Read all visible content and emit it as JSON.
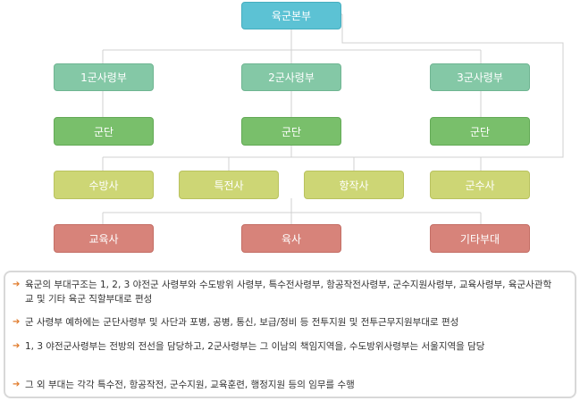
{
  "chart": {
    "hq": "육군본부",
    "commands": [
      "1군사령부",
      "2군사령부",
      "3군사령부"
    ],
    "corps": [
      "군단",
      "군단",
      "군단"
    ],
    "commands_row": [
      "수방사",
      "특전사",
      "항작사",
      "군수사"
    ],
    "bottom": [
      "교육사",
      "육사",
      "기타부대"
    ]
  },
  "colors": {
    "hq": "#5cc2d4",
    "army": "#84c8a6",
    "corps": "#79bf6b",
    "special": "#cdd675",
    "education": "#d7837a",
    "bullet": "#e07a2a",
    "connector": "#d0d0d0"
  },
  "notes": {
    "bullet_icon": "arrow-right-icon",
    "items": [
      "육군의 부대구조는 1, 2, 3 야전군 사령부와 수도방위 사령부, 특수전사령부, 항공작전사령부, 군수지원사령부, 교육사령부, 육군사관학교 및 기타 육군 직할부대로 편성",
      "군 사령부 예하에는 군단사령부 및 사단과 포병, 공병, 통신, 보급/정비 등 전투지원 및 전투근무지원부대로 편성",
      "1, 3 야전군사령부는 전방의 전선을 담당하고, 2군사령부는 그 이남의 책임지역을, 수도방위사령부는 서울지역을 담당",
      "그 외 부대는 각각 특수전, 항공작전, 군수지원, 교육훈련, 행정지원 등의 임무를 수행"
    ]
  }
}
